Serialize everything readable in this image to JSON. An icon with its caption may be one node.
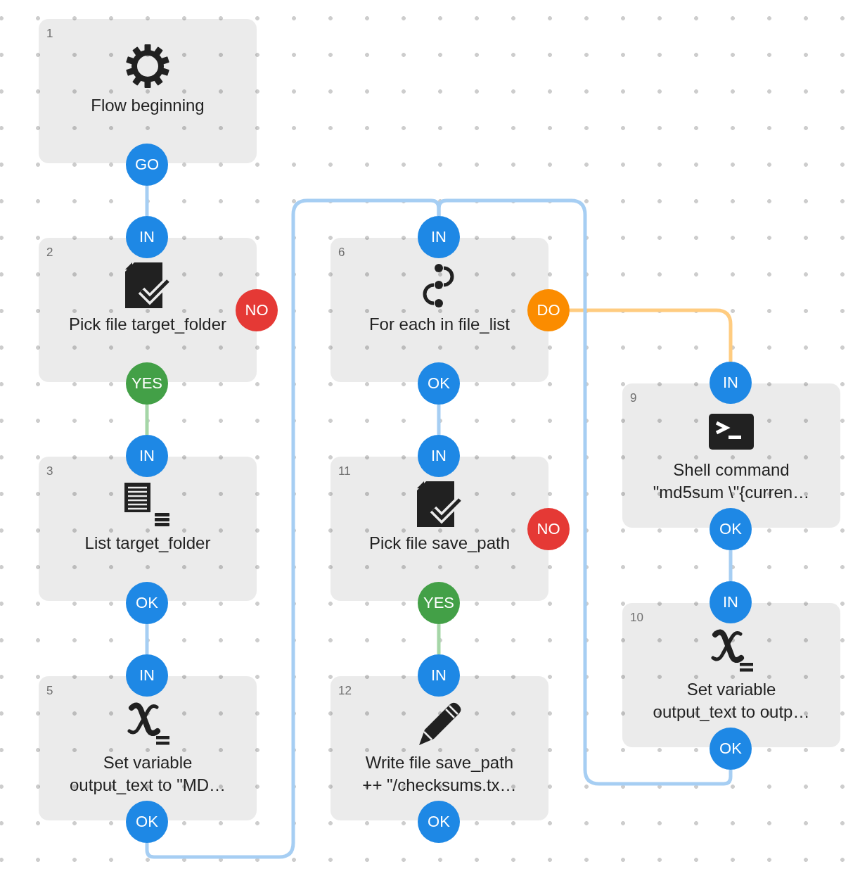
{
  "diagram": {
    "nodes": [
      {
        "text": [
          "1",
          "Flow beginning"
        ]
      },
      {
        "text": [
          "GO"
        ]
      },
      {
        "text": [
          "IN"
        ]
      },
      {
        "text": [
          "2",
          "Pick file target_folder"
        ]
      },
      {
        "text": [
          "NO"
        ]
      },
      {
        "text": [
          "YES"
        ]
      },
      {
        "text": [
          "IN"
        ]
      },
      {
        "text": [
          "3",
          "List target_folder"
        ]
      },
      {
        "text": [
          "OK"
        ]
      },
      {
        "text": [
          "IN"
        ]
      },
      {
        "text": [
          "5",
          "Set variable output_text to \"MD…"
        ]
      },
      {
        "text": [
          "OK"
        ]
      },
      {
        "text": [
          "IN"
        ]
      },
      {
        "text": [
          "6",
          "For each in file_list"
        ]
      },
      {
        "text": [
          "DO"
        ]
      },
      {
        "text": [
          "OK"
        ]
      },
      {
        "text": [
          "IN"
        ]
      },
      {
        "text": [
          "11",
          "Pick file save_path"
        ]
      },
      {
        "text": [
          "NO"
        ]
      },
      {
        "text": [
          "YES"
        ]
      },
      {
        "text": [
          "IN"
        ]
      },
      {
        "text": [
          "12",
          "Write file save_path ++ \"/checksums.tx…"
        ]
      },
      {
        "text": [
          "OK"
        ]
      },
      {
        "text": [
          "IN"
        ]
      },
      {
        "text": [
          "9",
          "Shell command \"md5sum \\\"{curren…"
        ]
      },
      {
        "text": [
          "OK"
        ]
      },
      {
        "text": [
          "IN"
        ]
      },
      {
        "text": [
          "10",
          "Set variable output_text to outp…"
        ]
      },
      {
        "text": [
          "OK"
        ]
      }
    ],
    "edges": [
      {
        "from": 1,
        "to": 2,
        "arrow": "none"
      },
      {
        "from": 5,
        "to": 6,
        "arrow": "none",
        "color": "#a5d6a7"
      },
      {
        "from": 8,
        "to": 9,
        "arrow": "none"
      },
      {
        "from": 11,
        "to": 12,
        "arrow": "none"
      },
      {
        "from": 15,
        "to": 16,
        "arrow": "none"
      },
      {
        "from": 19,
        "to": 20,
        "arrow": "none",
        "color": "#a5d6a7"
      },
      {
        "from": 14,
        "to": 23,
        "arrow": "none",
        "color": "#ffcc80"
      },
      {
        "from": 25,
        "to": 26,
        "arrow": "none"
      },
      {
        "from": 28,
        "to": 12,
        "arrow": "none"
      }
    ]
  }
}
